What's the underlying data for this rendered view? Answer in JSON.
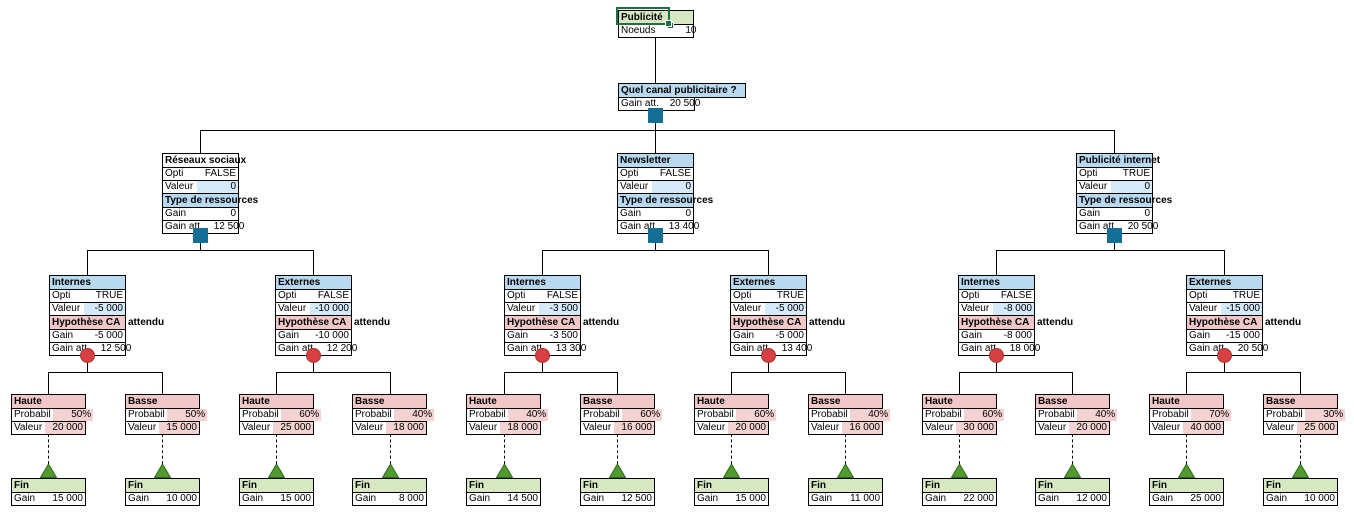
{
  "labels": {
    "noeuds": "Noeuds",
    "opti": "Opti",
    "valeur": "Valeur",
    "gain": "Gain",
    "gain_att": "Gain att.",
    "probabil": "Probabil",
    "hypothese": "Hypothèse CA",
    "hypothese_suffix": "attendu"
  },
  "root": {
    "title": "Publicité",
    "noeuds": "10"
  },
  "question": {
    "title": "Quel canal publicitaire ?",
    "gain_att": "20 500"
  },
  "branches": [
    {
      "title": "Réseaux sociaux",
      "opti": "FALSE",
      "valeur": "0",
      "sub_title": "Type de ressources",
      "gain": "0",
      "gain_att": "12 500"
    },
    {
      "title": "Newsletter",
      "opti": "FALSE",
      "valeur": "0",
      "sub_title": "Type de ressources",
      "gain": "0",
      "gain_att": "13 400"
    },
    {
      "title": "Publicité internet",
      "opti": "TRUE",
      "valeur": "0",
      "sub_title": "Type de ressources",
      "gain": "0",
      "gain_att": "20 500"
    }
  ],
  "options": [
    {
      "title": "Internes",
      "opti": "TRUE",
      "valeur": "-5 000",
      "gain": "-5 000",
      "gain_att": "12 500"
    },
    {
      "title": "Externes",
      "opti": "FALSE",
      "valeur": "-10 000",
      "gain": "-10 000",
      "gain_att": "12 200"
    },
    {
      "title": "Internes",
      "opti": "FALSE",
      "valeur": "-3 500",
      "gain": "-3 500",
      "gain_att": "13 300"
    },
    {
      "title": "Externes",
      "opti": "TRUE",
      "valeur": "-5 000",
      "gain": "-5 000",
      "gain_att": "13 400"
    },
    {
      "title": "Internes",
      "opti": "FALSE",
      "valeur": "-8 000",
      "gain": "-8 000",
      "gain_att": "18 000"
    },
    {
      "title": "Externes",
      "opti": "TRUE",
      "valeur": "-15 000",
      "gain": "-15 000",
      "gain_att": "20 500"
    }
  ],
  "outcomes": [
    {
      "title": "Haute",
      "probabil": "50%",
      "valeur": "20 000"
    },
    {
      "title": "Basse",
      "probabil": "50%",
      "valeur": "15 000"
    },
    {
      "title": "Haute",
      "probabil": "60%",
      "valeur": "25 000"
    },
    {
      "title": "Basse",
      "probabil": "40%",
      "valeur": "18 000"
    },
    {
      "title": "Haute",
      "probabil": "40%",
      "valeur": "18 000"
    },
    {
      "title": "Basse",
      "probabil": "60%",
      "valeur": "16 000"
    },
    {
      "title": "Haute",
      "probabil": "60%",
      "valeur": "20 000"
    },
    {
      "title": "Basse",
      "probabil": "40%",
      "valeur": "16 000"
    },
    {
      "title": "Haute",
      "probabil": "60%",
      "valeur": "30 000"
    },
    {
      "title": "Basse",
      "probabil": "40%",
      "valeur": "20 000"
    },
    {
      "title": "Haute",
      "probabil": "70%",
      "valeur": "40 000"
    },
    {
      "title": "Basse",
      "probabil": "30%",
      "valeur": "25 000"
    }
  ],
  "fins": [
    {
      "title": "Fin",
      "gain": "15 000"
    },
    {
      "title": "Fin",
      "gain": "10 000"
    },
    {
      "title": "Fin",
      "gain": "15 000"
    },
    {
      "title": "Fin",
      "gain": "8 000"
    },
    {
      "title": "Fin",
      "gain": "14 500"
    },
    {
      "title": "Fin",
      "gain": "12 500"
    },
    {
      "title": "Fin",
      "gain": "15 000"
    },
    {
      "title": "Fin",
      "gain": "11 000"
    },
    {
      "title": "Fin",
      "gain": "22 000"
    },
    {
      "title": "Fin",
      "gain": "12 000"
    },
    {
      "title": "Fin",
      "gain": "25 000"
    },
    {
      "title": "Fin",
      "gain": "10 000"
    }
  ],
  "colors": {
    "decision_node": "#156e96",
    "chance_node": "#d64040",
    "end_node": "#519a2e",
    "header_blue": "#b8d9f0",
    "header_pink": "#f1c7c7",
    "header_green": "#d7e7c2",
    "selection_green": "#1f7145"
  }
}
